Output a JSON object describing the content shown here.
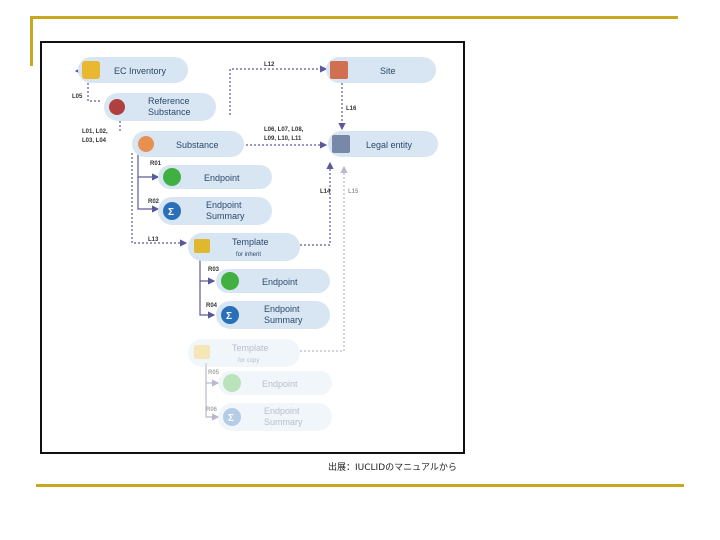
{
  "caption": "出展：IUCLIDのマニュアルから",
  "nodes": {
    "ec_inventory": "EC Inventory",
    "reference_substance_1": "Reference",
    "reference_substance_2": "Substance",
    "substance": "Substance",
    "site": "Site",
    "legal_entity": "Legal entity",
    "endpoint_1": "Endpoint",
    "endpoint_summary_1a": "Endpoint",
    "endpoint_summary_1b": "Summary",
    "template_inherit": "Template",
    "template_inherit_sub": "for inherit",
    "endpoint_2": "Endpoint",
    "endpoint_summary_2a": "Endpoint",
    "endpoint_summary_2b": "Summary",
    "template_copy": "Template",
    "template_copy_sub": "for copy",
    "endpoint_3": "Endpoint",
    "endpoint_summary_3a": "Endpoint",
    "endpoint_summary_3b": "Summary"
  },
  "links": {
    "l05": "L05",
    "l01_a": "L01, L02,",
    "l01_b": "L03, L04",
    "l12": "L12",
    "l16": "L16",
    "l06_a": "L06, L07, L08,",
    "l06_b": "L09, L10, L11",
    "l14": "L14",
    "l15": "L15",
    "l13": "L13",
    "r01": "R01",
    "r02": "R02",
    "r03": "R03",
    "r04": "R04",
    "r05": "R05",
    "r06": "R06"
  },
  "colors": {
    "node_fill": "#d8e6f3",
    "link_line": "#5a5a9a",
    "gold": "#c8a820"
  }
}
